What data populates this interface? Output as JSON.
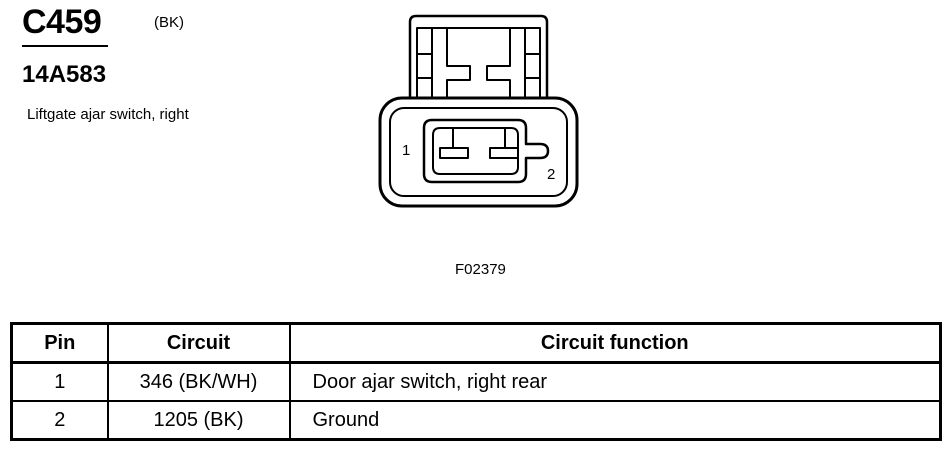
{
  "connector": {
    "id": "C459",
    "color": "(BK)",
    "part_number": "14A583",
    "description": "Liftgate ajar switch, right",
    "pin_labels": [
      "1",
      "2"
    ]
  },
  "figure_id": "F02379",
  "table": {
    "headers": [
      "Pin",
      "Circuit",
      "Circuit function"
    ],
    "rows": [
      {
        "pin": "1",
        "circuit": "346 (BK/WH)",
        "function": "Door ajar switch, right rear"
      },
      {
        "pin": "2",
        "circuit": "1205 (BK)",
        "function": "Ground"
      }
    ]
  }
}
